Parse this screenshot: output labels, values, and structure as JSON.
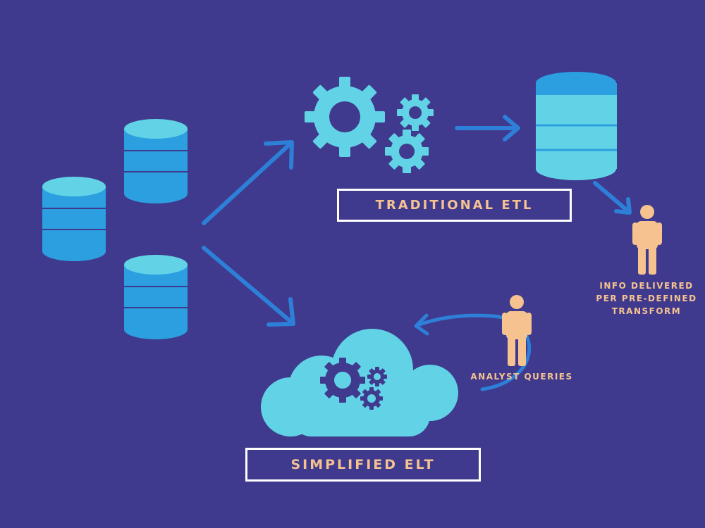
{
  "labels": {
    "traditional_etl": "TRADITIONAL ETL",
    "simplified_elt": "SIMPLIFIED ELT"
  },
  "captions": {
    "info_line1": "INFO DELIVERED",
    "info_line2": "PER PRE-DEFINED",
    "info_line3": "TRANSFORM",
    "analyst": "ANALYST QUERIES"
  },
  "icons": {
    "source_databases": "database-icon",
    "transform": "gears-icon",
    "warehouse": "database-icon",
    "cloud": "cloud-gears-icon",
    "people": "person-icon"
  },
  "colors": {
    "background": "#3f3a8d",
    "db_top": "#62d3e6",
    "db_body": "#2b9fe0",
    "gear": "#62d3e6",
    "cloud": "#62d3e6",
    "arrow": "#2d7fd8",
    "person": "#f5c290",
    "label_text": "#f5c290",
    "box_border": "#ffffff"
  }
}
